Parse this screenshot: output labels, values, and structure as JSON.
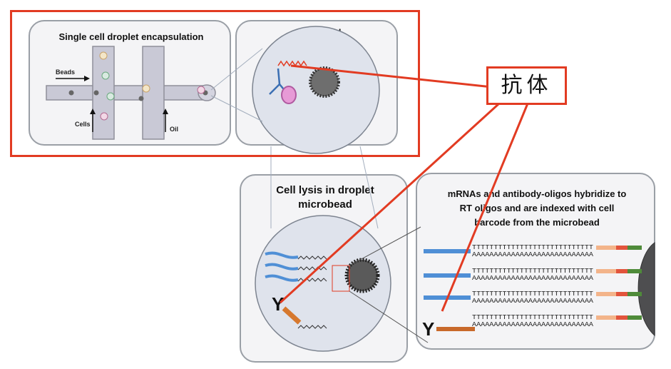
{
  "panel_encapsulation": {
    "title": "Single cell droplet encapsulation",
    "label_beads": "Beads",
    "label_cells": "Cells",
    "label_oil": "Oil"
  },
  "panel_microbead": {
    "title": "Microbead"
  },
  "panel_lysis": {
    "title_line1": "Cell lysis in droplet",
    "title_line2": "microbead",
    "antibody_glyph": "Y"
  },
  "panel_hybridize": {
    "title_line1": "mRNAs and antibody-oligos hybridize to",
    "title_line2": "RT oligos and are indexed with cell",
    "title_line3": "barcode from the microbead",
    "antibody_glyph": "Y",
    "row_text": "TTTTTTTTTTTTTTTTTTTTTTTTTTTT",
    "row_text_bottom": "AAAAAAAAAAAAAAAAAAAAAAAAAAAA",
    "rows": [
      {
        "left_color": "#4f8fd6"
      },
      {
        "left_color": "#4f8fd6"
      },
      {
        "left_color": "#4f8fd6"
      },
      {
        "left_color": "#c8692a"
      }
    ]
  },
  "callout": {
    "label": "抗体"
  },
  "colors": {
    "accent_red": "#e23b22",
    "panel_bg": "#f4f4f6",
    "panel_border": "#9a9fa6",
    "mrna_blue": "#4f8fd6",
    "antibody_orange": "#d6782e"
  }
}
